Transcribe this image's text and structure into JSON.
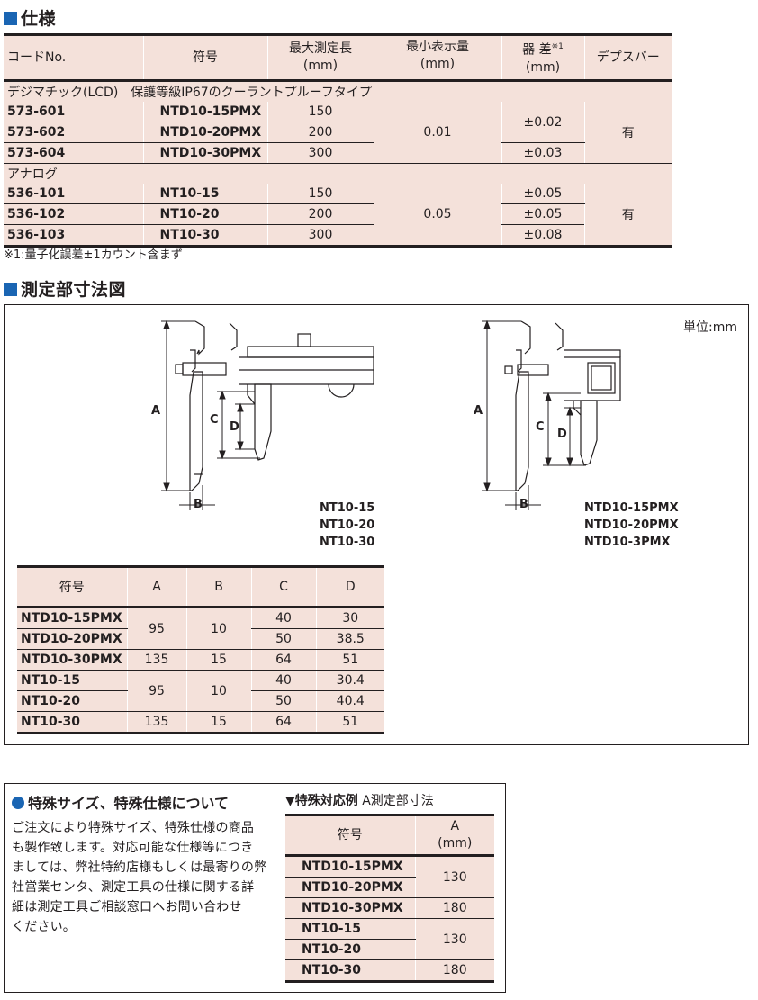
{
  "spec_section": {
    "title": "仕様",
    "headers": {
      "code": "コードNo.",
      "symbol": "符号",
      "max_length": "最大測定長",
      "max_length_unit": "(mm)",
      "resolution": "最小表示量",
      "resolution_unit": "(mm)",
      "error": "器 差",
      "error_mark": "※1",
      "error_unit": "(mm)",
      "depth_bar": "デプスバー"
    },
    "groups": [
      {
        "label": "デジマチック(LCD)　保護等級IP67のクーラントプルーフタイプ",
        "resolution": "0.01",
        "depth_bar": "有",
        "rows": [
          {
            "code": "573-601",
            "symbol": "NTD10-15PMX",
            "max_length": "150"
          },
          {
            "code": "573-602",
            "symbol": "NTD10-20PMX",
            "max_length": "200"
          },
          {
            "code": "573-604",
            "symbol": "NTD10-30PMX",
            "max_length": "300"
          }
        ],
        "errors": [
          "±0.02",
          "±0.03"
        ]
      },
      {
        "label": "アナログ",
        "resolution": "0.05",
        "depth_bar": "有",
        "rows": [
          {
            "code": "536-101",
            "symbol": "NT10-15",
            "max_length": "150",
            "error": "±0.05"
          },
          {
            "code": "536-102",
            "symbol": "NT10-20",
            "max_length": "200",
            "error": "±0.05"
          },
          {
            "code": "536-103",
            "symbol": "NT10-30",
            "max_length": "300",
            "error": "±0.08"
          }
        ]
      }
    ],
    "footnote": "※1:量子化誤差±1カウント含まず"
  },
  "dimension_section": {
    "title": "測定部寸法図",
    "unit": "単位:mm",
    "diagram_labels": {
      "a": "A",
      "b": "B",
      "c": "C",
      "d": "D"
    },
    "left_models": [
      "NT10-15",
      "NT10-20",
      "NT10-30"
    ],
    "right_models": [
      "NTD10-15PMX",
      "NTD10-20PMX",
      "NTD10-3PMX"
    ],
    "table": {
      "headers": [
        "符号",
        "A",
        "B",
        "C",
        "D"
      ],
      "rows": [
        {
          "symbol": "NTD10-15PMX",
          "a": "95",
          "b": "10",
          "c": "40",
          "d": "30"
        },
        {
          "symbol": "NTD10-20PMX",
          "c": "50",
          "d": "38.5"
        },
        {
          "symbol": "NTD10-30PMX",
          "a": "135",
          "b": "15",
          "c": "64",
          "d": "51"
        },
        {
          "symbol": "NT10-15",
          "a": "95",
          "b": "10",
          "c": "40",
          "d": "30.4"
        },
        {
          "symbol": "NT10-20",
          "c": "50",
          "d": "40.4"
        },
        {
          "symbol": "NT10-30",
          "a": "135",
          "b": "15",
          "c": "64",
          "d": "51"
        }
      ]
    }
  },
  "special_section": {
    "title": "特殊サイズ、特殊仕様について",
    "lines": [
      "ご注文により特殊サイズ、特殊仕様の商品",
      "も製作致します。対応可能な仕様等につき",
      "ましては、弊社特約店様もしくは最寄りの弊",
      "社営業センタ、測定工具の仕様に関する詳",
      "細は測定工具ご相談窓口へお問い合わせ",
      "ください。"
    ],
    "example_title": "▼特殊対応例",
    "example_subtitle": "A測定部寸法",
    "example_headers": {
      "symbol": "符号",
      "a": "A",
      "a_unit": "(mm)"
    },
    "example_rows": [
      {
        "symbol": "NTD10-15PMX",
        "a": "130"
      },
      {
        "symbol": "NTD10-20PMX"
      },
      {
        "symbol": "NTD10-30PMX",
        "a": "180"
      },
      {
        "symbol": "NT10-15",
        "a": "130"
      },
      {
        "symbol": "NT10-20"
      },
      {
        "symbol": "NT10-30",
        "a": "180"
      }
    ]
  },
  "colors": {
    "accent": "#1a65b3",
    "cell": "#f4e1da",
    "rule": "#231f20"
  },
  "icons": [
    "blue-square-icon",
    "blue-circle-icon"
  ]
}
